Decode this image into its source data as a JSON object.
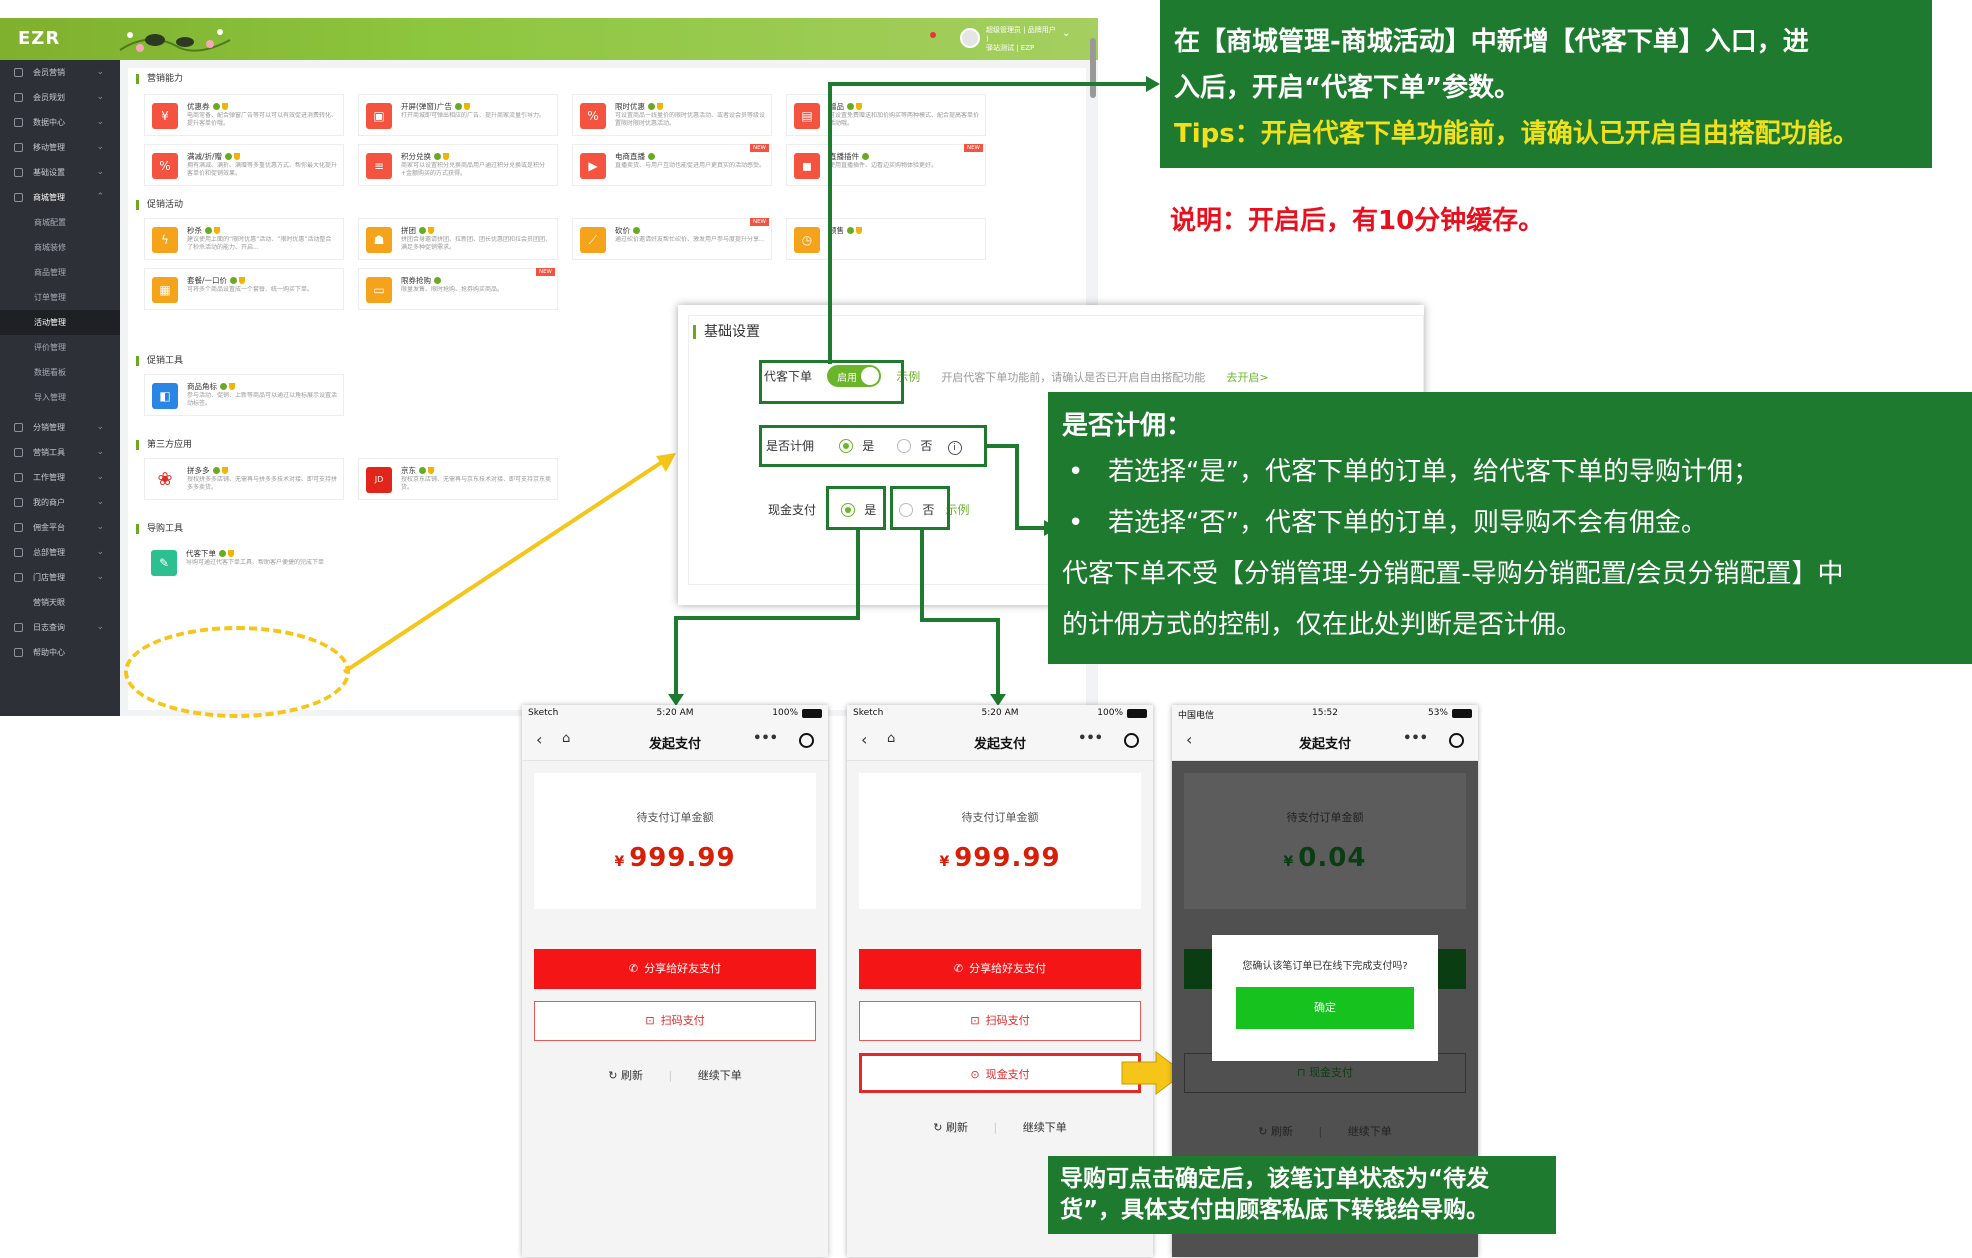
{
  "admin": {
    "logo": "EZR",
    "user_line1": "超级管理员 | 品牌用户",
    "user_line2": ")",
    "user_line3": "驿站测试 | EZP",
    "sidebar": [
      {
        "label": "会员营销",
        "y": 0
      },
      {
        "label": "会员规划"
      },
      {
        "label": "数据中心"
      },
      {
        "label": "移动管理"
      },
      {
        "label": "基础设置"
      },
      {
        "label": "商城管理"
      }
    ],
    "sidebar_sub": [
      "商城配置",
      "商城装修",
      "商品管理",
      "订单管理",
      "活动管理",
      "评价管理",
      "数据看板",
      "导入管理"
    ],
    "sidebar_more": [
      "分销管理",
      "营销工具",
      "工作管理",
      "我的商户",
      "佣金平台",
      "总部管理",
      "门店管理",
      "营销天眼",
      "日志查询",
      "帮助中心"
    ],
    "sections": {
      "s1": "营销能力",
      "s2": "促销活动",
      "s3": "促销工具",
      "s4": "第三方应用",
      "s5": "导购工具"
    },
    "features": {
      "f1": {
        "title": "优惠券",
        "desc": "电商常备、配合弹窗广告等可以可以有效促进消费转化、提升客单价哦。"
      },
      "f2": {
        "title": "开屏(弹窗)广告",
        "desc": "打开商城即可弹出相应的广告、提升商家流量引导力。"
      },
      "f3": {
        "title": "限时优惠",
        "desc": "可设置商品一线量价的限时优惠活动、或者设会员等级设置限时限时优惠活动。"
      },
      "f4": {
        "title": "赠品",
        "desc": "可设置免费赠送和加价购买等两种模式、配合提高客单价活动哦。"
      },
      "f5": {
        "title": "满减/折/赠",
        "desc": "拥有满减、满折、满赠等多重优惠方式、帮你最大化提升客单价和促销效果。"
      },
      "f6": {
        "title": "积分兑换",
        "desc": "商家可以设置积分兑换商品用户通过积分兑换或是积分+金额购买的方式获得。"
      },
      "f7": {
        "title": "电商直播",
        "desc": "直播卖货、与用户互动也能促进用户更真实的活动感受。",
        "badge": "NEW"
      },
      "f8": {
        "title": "直播插件",
        "desc": "使用直播插件、边看边买购物体验更好。",
        "badge": "NEW"
      },
      "f9": {
        "title": "秒杀",
        "desc": "建议使用上面的“限时优惠”活动、“限时优惠”活动整合了秒杀活动的能力、开启..."
      },
      "f10": {
        "title": "拼团",
        "desc": "拼团合身邀请拼团、拉新团、团长优惠团和拉会员团团、满足多种促销需求。"
      },
      "f11": {
        "title": "砍价",
        "desc": "通过砍价邀请好友帮忙砍价、激发用户参与度提升分享...",
        "badge": "NEW"
      },
      "f12": {
        "title": "预售",
        "desc": ""
      },
      "f13": {
        "title": "套餐/一口价",
        "desc": "可将多个商品设置成一个套餐、统一购买下单。"
      },
      "f14": {
        "title": "限券抢购",
        "desc": "限量发售、限时抢购、抢券购买商品。",
        "badge": "NEW"
      },
      "f15": {
        "title": "商品角标",
        "desc": "参与活动、促销、上新等商品可以通过以角标展示设置活动标签。"
      },
      "f16": {
        "title": "拼多多",
        "desc": "授权拼多多店铺、无需再与拼多多技术对接、即可支持拼多多卖货。"
      },
      "f17": {
        "title": "京东",
        "desc": "授权京东店铺、无需再与京东技术对接、即可支持京东卖货。"
      },
      "f18": {
        "title": "代客下单",
        "desc": "导购可通过代客下单工具、帮助客户便捷的完成下单"
      }
    }
  },
  "settings": {
    "title": "基础设置",
    "row1_label": "代客下单",
    "row1_toggle": "启用",
    "row1_example": "示例",
    "row1_note": "开启代客下单功能前，请确认是否已开启自由搭配功能",
    "row1_link": "去开启>",
    "row2_label": "是否计佣",
    "row2_yes": "是",
    "row2_no": "否",
    "row3_label": "现金支付",
    "row3_yes": "是",
    "row3_no": "否",
    "row3_example": "示例"
  },
  "callout_top": {
    "line1": "在【商城管理-商城活动】中新增【代客下单】入口，进",
    "line2": "入后，开启“代客下单”参数。",
    "tips": "Tips：开启代客下单功能前，请确认已开启自由搭配功能。"
  },
  "note_red": "说明：开启后，有10分钟缓存。",
  "callout_mid": {
    "title": "是否计佣：",
    "b1": "若选择“是”，代客下单的订单，给代客下单的导购计佣；",
    "b2": "若选择“否”，代客下单的订单，则导购不会有佣金。",
    "p1": "代客下单不受【分销管理-分销配置-导购分销配置/会员分销配置】中",
    "p2": "的计佣方式的控制，仅在此处判断是否计佣。"
  },
  "callout_bottom": {
    "line1": "导购可点击确定后，该笔订单状态为“待发",
    "line2": "货”，具体支付由顾客私底下转钱给导购。"
  },
  "phones": {
    "p1": {
      "carrier": "Sketch",
      "time": "5:20 AM",
      "battery": "100%",
      "title": "发起支付",
      "amount_label": "待支付订单金额",
      "currency": "¥",
      "amount": "999.99",
      "share": "分享给好友支付",
      "scan": "扫码支付",
      "refresh": "刷新",
      "continue": "继续下单"
    },
    "p2": {
      "carrier": "Sketch",
      "time": "5:20 AM",
      "battery": "100%",
      "title": "发起支付",
      "amount_label": "待支付订单金额",
      "currency": "¥",
      "amount": "999.99",
      "share": "分享给好友支付",
      "scan": "扫码支付",
      "cash": "现金支付",
      "refresh": "刷新",
      "continue": "继续下单"
    },
    "p3": {
      "carrier": "中国电信",
      "time": "15:52",
      "battery": "53%",
      "title": "发起支付",
      "amount_label": "待支付订单金额",
      "currency": "¥",
      "amount": "0.04",
      "dialog_text": "您确认该笔订单已在线下完成支付吗?",
      "confirm": "确定",
      "cash": "现金支付",
      "refresh": "刷新",
      "continue": "继续下单"
    }
  },
  "colors": {
    "brand_green": "#1e7a2f",
    "admin_green": "#8dc63f",
    "toggle_green": "#6bb52a",
    "red": "#f41616",
    "tips_yellow": "#f2e01a",
    "note_red": "#e8101e",
    "dashed_yellow": "#f5c518"
  }
}
